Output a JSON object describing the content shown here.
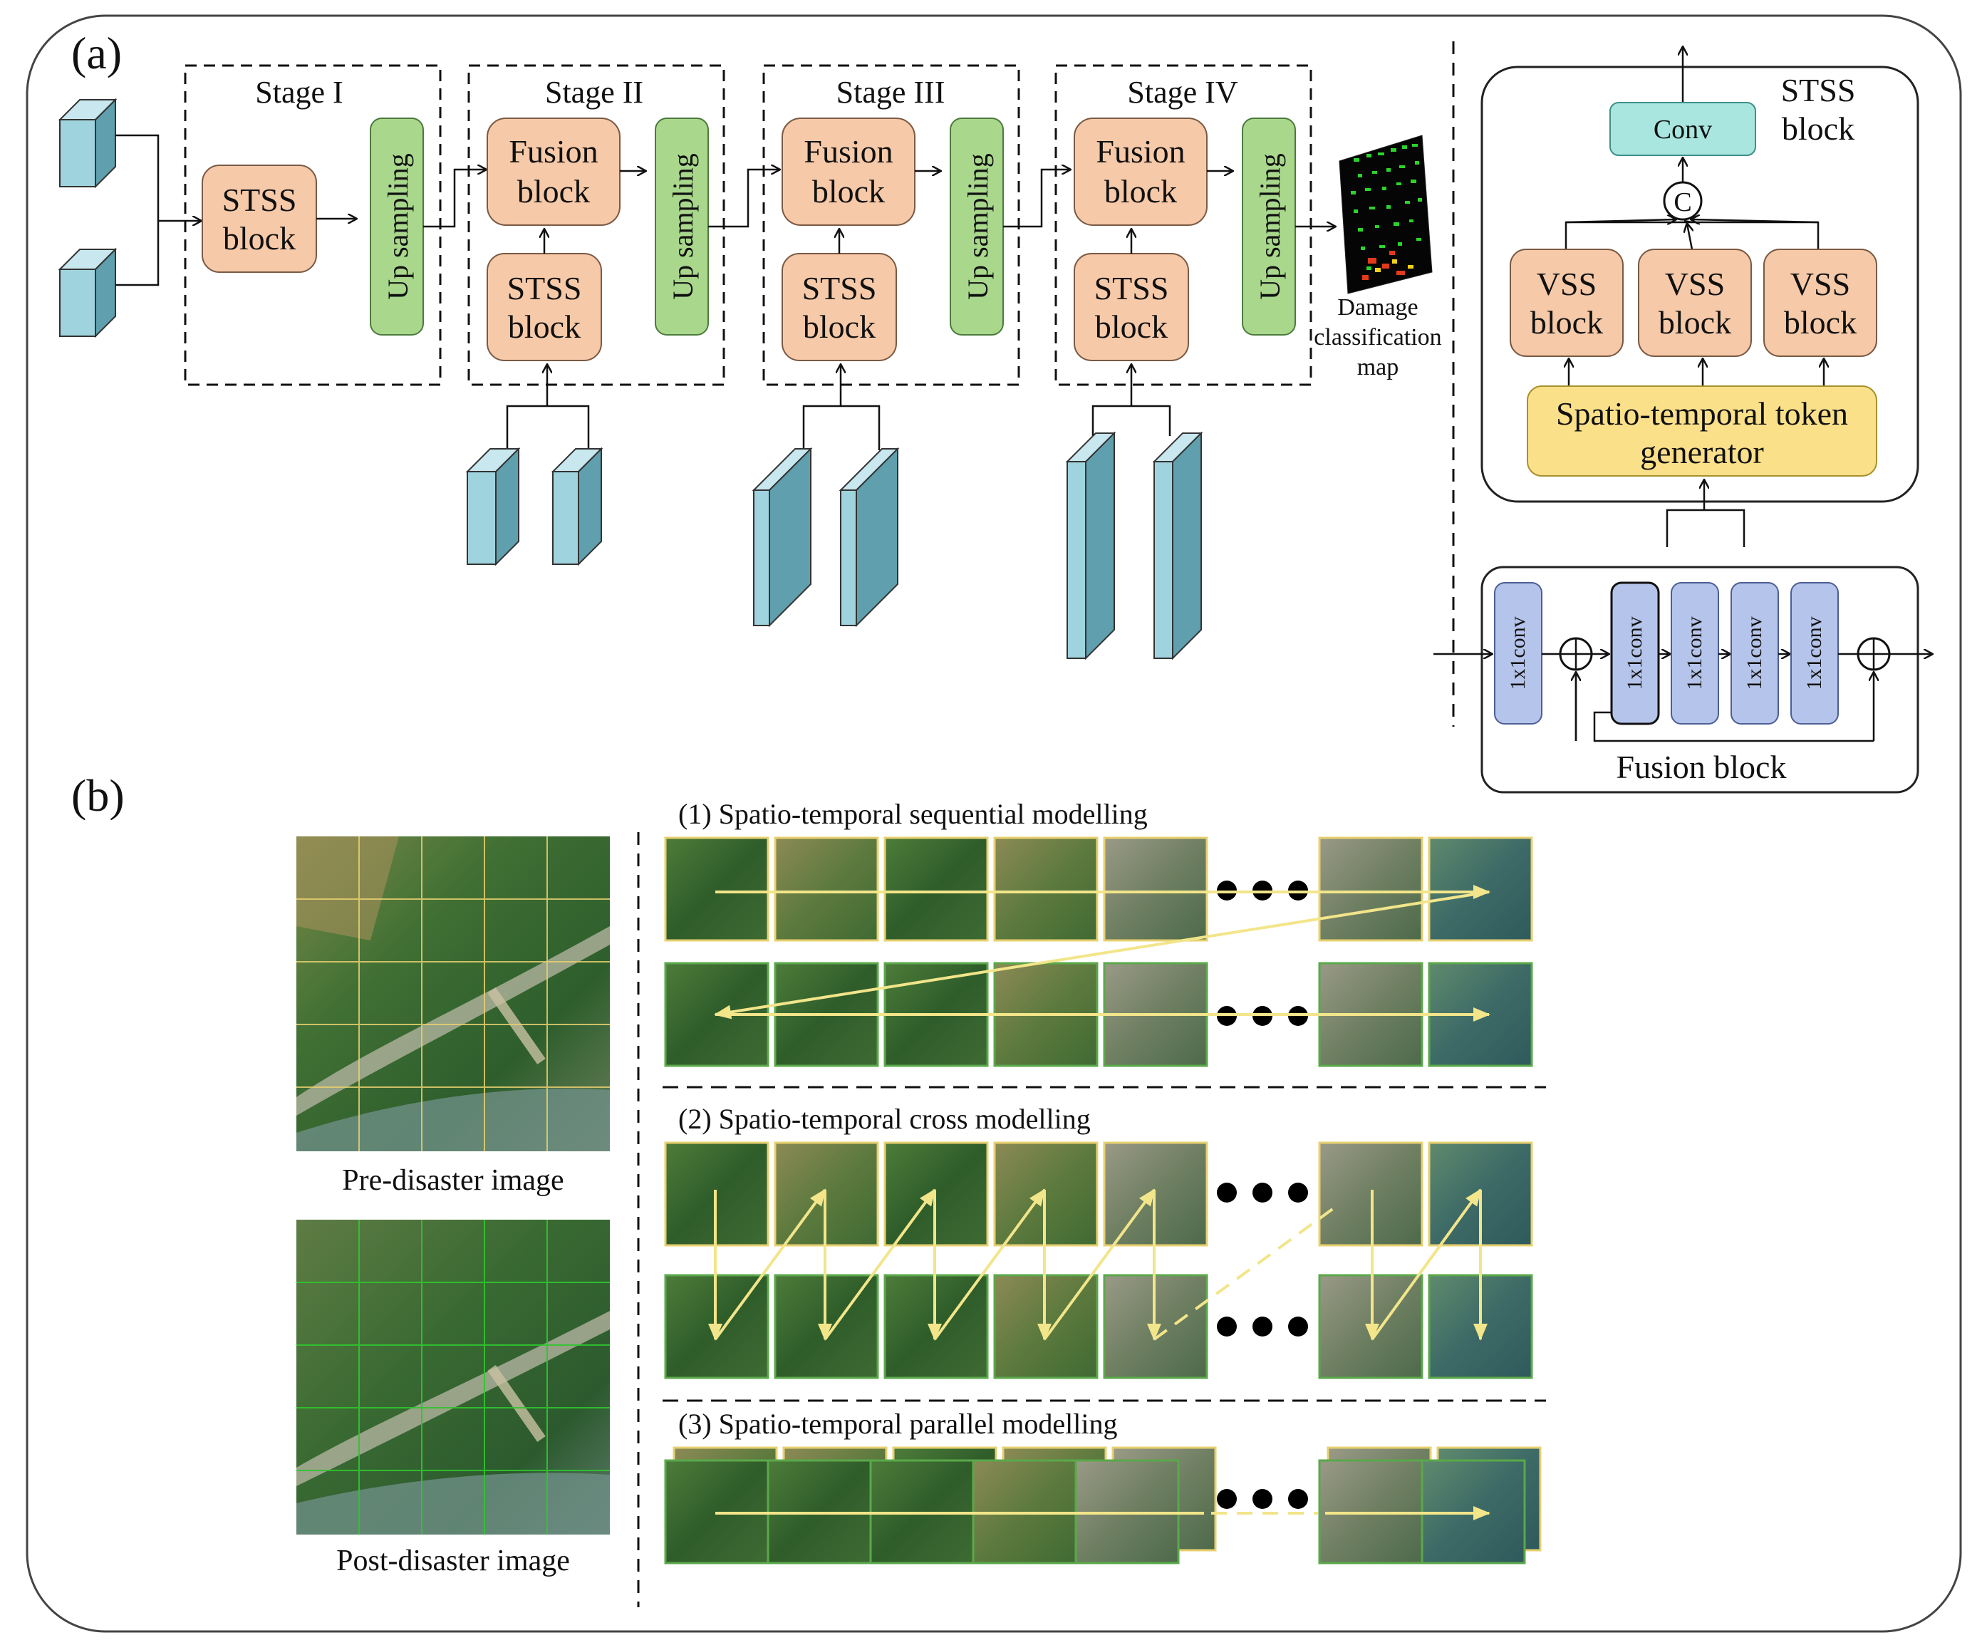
{
  "panel_a_label": "(a)",
  "panel_b_label": "(b)",
  "stages": [
    "Stage I",
    "Stage II",
    "Stage III",
    "Stage IV"
  ],
  "stss_block": [
    "STSS",
    "block"
  ],
  "fusion_block": [
    "Fusion",
    "block"
  ],
  "up_sampling": "Up sampling",
  "output_map": [
    "Damage",
    "classification",
    "map"
  ],
  "stss_detail": {
    "title": [
      "STSS",
      "block"
    ],
    "conv": "Conv",
    "concat_symbol": "C",
    "vss_block": [
      "VSS",
      "block"
    ],
    "token_generator": [
      "Spatio-temporal token",
      "generator"
    ]
  },
  "fusion_detail": {
    "conv_label": "1x1conv",
    "title": "Fusion block"
  },
  "panel_b": {
    "pre_caption": "Pre-disaster image",
    "post_caption": "Post-disaster image",
    "methods": [
      "(1) Spatio-temporal sequential modelling",
      "(2) Spatio-temporal cross modelling",
      "(3) Spatio-temporal parallel modelling"
    ]
  },
  "colors": {
    "cube": "#9fd3dd",
    "cube_side": "#5f9fae",
    "cube_top": "#c8e7ee",
    "stss_fill": "#f6c9a8",
    "upsample_fill": "#a9d88d",
    "conv_fill": "#a8e6df",
    "token_fill": "#fbe08a",
    "fusion_conv_fill": "#b5c4ea",
    "arrow_yellow": "#f2e58a",
    "pre_grid": "#e8d070",
    "post_grid": "#2fc62f"
  }
}
